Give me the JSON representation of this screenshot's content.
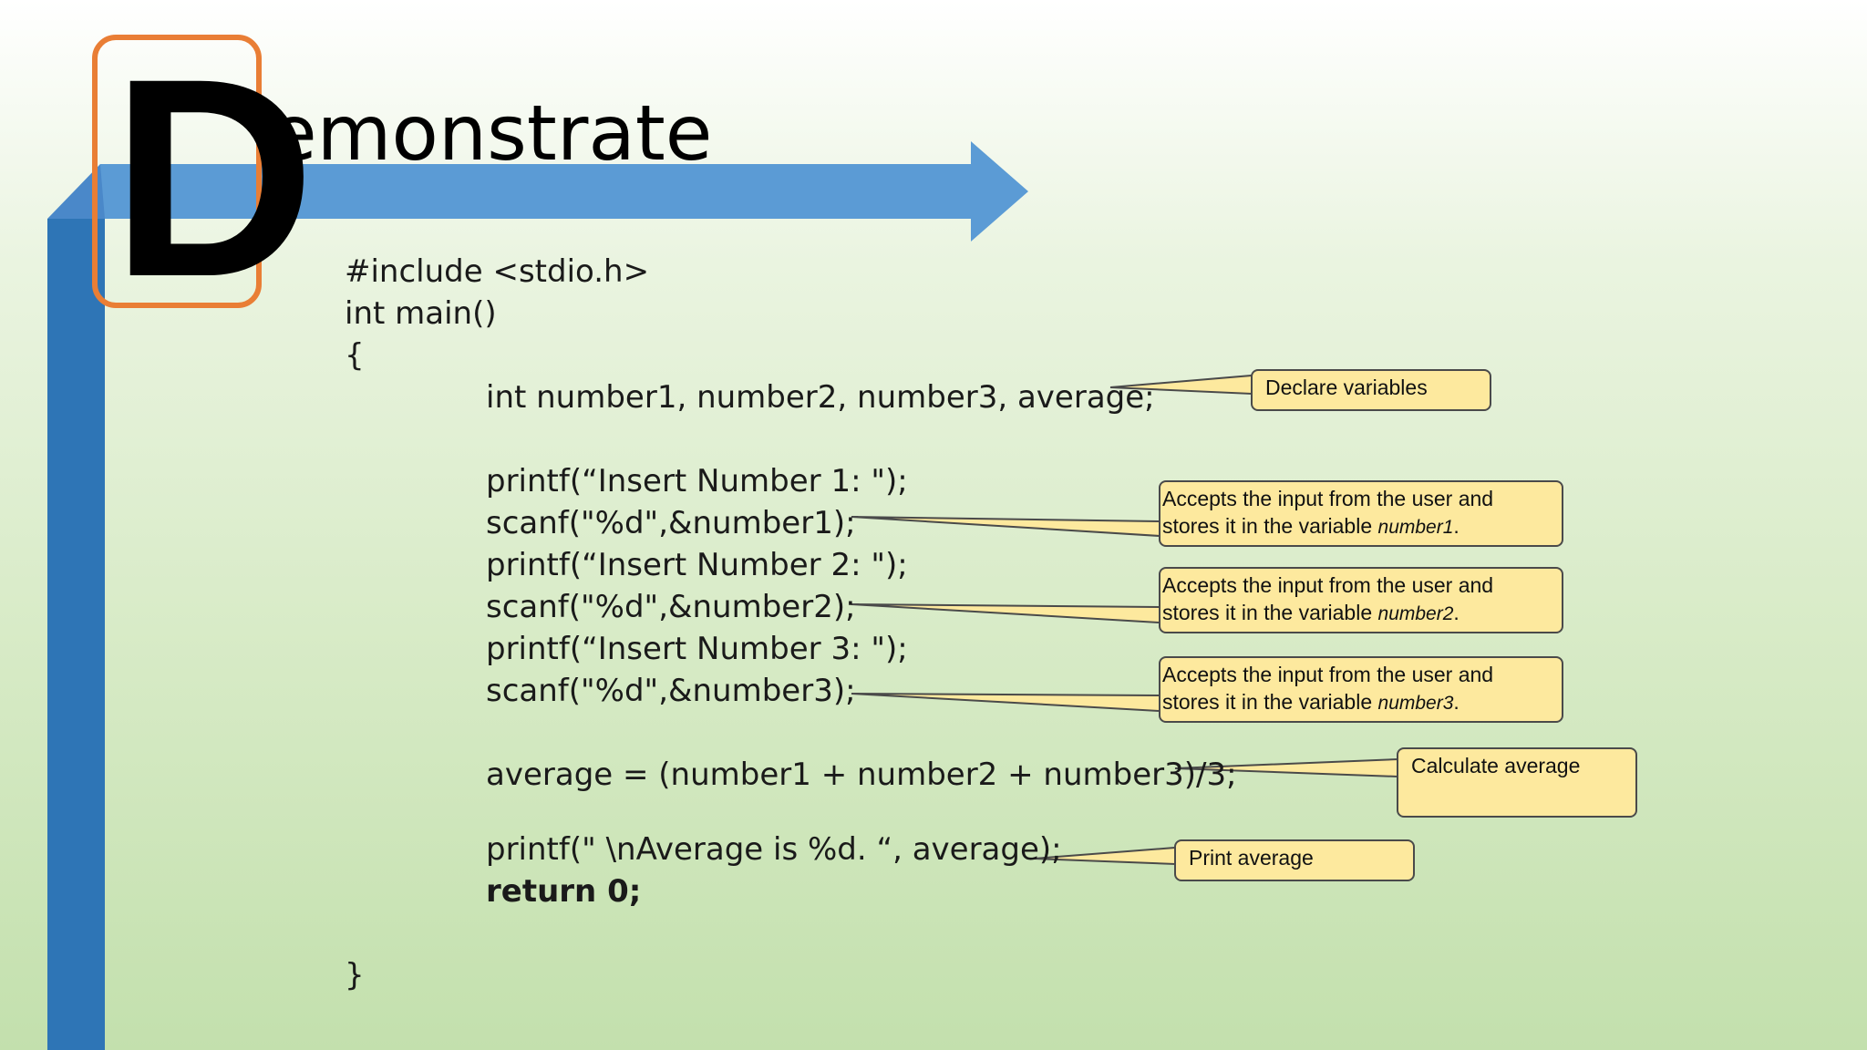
{
  "slide": {
    "title_initial": "D",
    "title_rest": "emonstrate"
  },
  "code": {
    "line1": "#include <stdio.h>",
    "line2": "int main()",
    "line3": "{",
    "line4": "int number1, number2, number3, average;",
    "line5": "printf(“Insert Number 1: \");",
    "line6": "scanf(\"%d\",&number1);",
    "line7": "printf(“Insert Number 2: \");",
    "line8": "scanf(\"%d\",&number2);",
    "line9": "printf(“Insert Number 3: \");",
    "line10": "scanf(\"%d\",&number3);",
    "line11": "average = (number1 + number2 + number3)/3;",
    "line12": "printf(\" \\nAverage is %d. “, average);",
    "line13": "return 0;",
    "line14": "}"
  },
  "callouts": {
    "declare": "Declare variables",
    "input1_prefix": "Accepts the input from the user and",
    "input1_suffix": "stores it in the variable ",
    "input1_var": "number1",
    "input2_prefix": "Accepts the input from the user and",
    "input2_suffix": "stores it in the variable ",
    "input2_var": "number2",
    "input3_prefix": "Accepts the input from the user and",
    "input3_suffix": "stores it in the variable ",
    "input3_var": "number3",
    "period": ".",
    "average": "Calculate average",
    "print": "Print average"
  },
  "colors": {
    "arrow": "#5b9bd5",
    "bar": "#2e75b6",
    "highlight_box": "#e97e35",
    "callout_fill": "#fde99e"
  }
}
